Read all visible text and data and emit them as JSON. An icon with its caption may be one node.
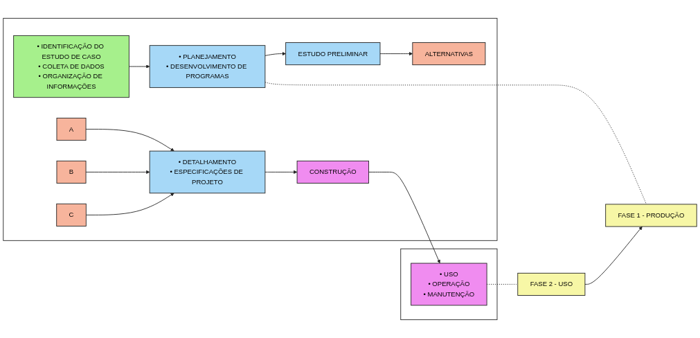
{
  "diagram": {
    "nodes": [
      {
        "text": [],
        "shape": "box"
      },
      {
        "text": [
          "• IDENTIFICAÇÃO DO ESTUDO DE CASO",
          "• COLETA DE DADOS",
          "• ORGANIZAÇÃO DE INFORMAÇÕES"
        ],
        "in": 0
      },
      {
        "text": [
          "• PLANEJAMENTO",
          "• DESENVOLVIMENTO DE PROGRAMAS"
        ],
        "in": 0
      },
      {
        "text": [
          "ESTUDO PRELIMINAR"
        ],
        "in": 0
      },
      {
        "text": [
          "ALTERNATIVAS"
        ],
        "in": 0
      },
      {
        "text": [
          "A"
        ],
        "in": 0
      },
      {
        "text": [
          "B"
        ],
        "in": 0
      },
      {
        "text": [
          "C"
        ],
        "in": 0
      },
      {
        "text": [
          "• DETALHAMENTO",
          "• ESPECIFICAÇÕES DE PROJETO"
        ],
        "in": 0
      },
      {
        "text": [
          "CONSTRUÇÃO"
        ],
        "in": 0
      },
      {
        "text": [],
        "shape": "box"
      },
      {
        "text": [
          "• USO",
          "• OPERAÇÃO",
          "• MANUTENÇÃO"
        ],
        "in": 10
      },
      {
        "text": [
          "FASE 1 - PRODUÇÃO"
        ]
      },
      {
        "text": [
          "FASE 2 - USO"
        ]
      }
    ],
    "edges": [
      {
        "from": 1,
        "to": 2,
        "arrow": "to"
      },
      {
        "from": 2,
        "to": 3,
        "arrow": "to"
      },
      {
        "from": 3,
        "to": 4,
        "arrow": "to"
      },
      {
        "from": 5,
        "to": 8,
        "arrow": "to"
      },
      {
        "from": 6,
        "to": 8,
        "arrow": "to"
      },
      {
        "from": 7,
        "to": 8,
        "arrow": "to"
      },
      {
        "from": 8,
        "to": 9,
        "arrow": "to"
      },
      {
        "from": 9,
        "to": 11,
        "arrow": "to"
      },
      {
        "from": 2,
        "to": 12,
        "arrow": "none",
        "style": "dashed"
      },
      {
        "from": 11,
        "to": 13,
        "arrow": "none",
        "style": "dashed"
      },
      {
        "from": 13,
        "to": 12,
        "arrow": "to"
      }
    ]
  }
}
